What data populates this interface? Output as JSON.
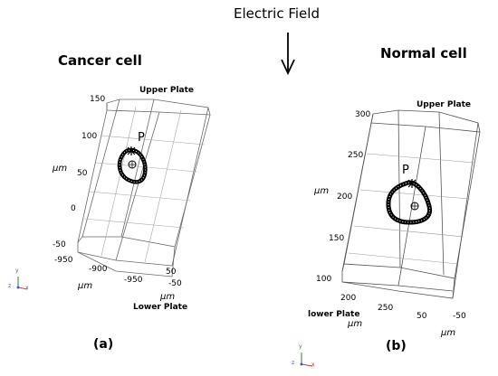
{
  "title": "Electric Field",
  "panels": [
    {
      "id": "a",
      "title": "Cancer cell",
      "label": "(a)",
      "upper_plate": "Upper Plate",
      "lower_plate": "Lower Plate",
      "point_label": "P",
      "y_ticks": [
        "150",
        "100",
        "50",
        "0",
        "-50"
      ],
      "x_ticks": [
        "-950",
        "-900",
        "-950",
        "50",
        "-50"
      ],
      "unit": "µm",
      "triad": [
        "y",
        "z",
        "x"
      ]
    },
    {
      "id": "b",
      "title": "Normal cell",
      "label": "(b)",
      "upper_plate": "Upper Plate",
      "lower_plate": "lower Plate",
      "point_label": "P",
      "y_ticks": [
        "300",
        "250",
        "200",
        "150",
        "100"
      ],
      "x_ticks": [
        "200",
        "250",
        "50",
        "-50"
      ],
      "unit": "µm",
      "triad": [
        "y",
        "z",
        "x"
      ]
    }
  ],
  "colors": {
    "line": "#000000",
    "grid": "#8a8a8a",
    "triad_x": "#d43c3c",
    "triad_y": "#3c7a3c",
    "triad_z": "#3c5ad4"
  }
}
